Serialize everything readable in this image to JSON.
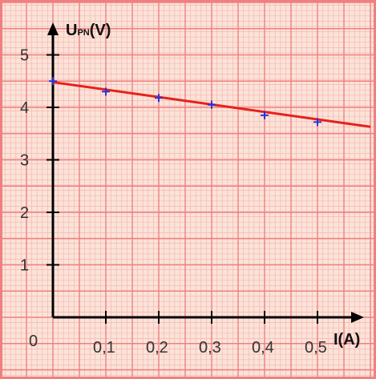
{
  "chart_data": {
    "type": "scatter",
    "title": "",
    "xlabel": "I(A)",
    "ylabel_main": "U",
    "ylabel_sub": "PN",
    "ylabel_unit": "(V)",
    "origin_label": "0",
    "x_ticks": [
      "0,1",
      "0,2",
      "0,3",
      "0,4",
      "0,5"
    ],
    "x_tick_values": [
      0.1,
      0.2,
      0.3,
      0.4,
      0.5
    ],
    "y_ticks": [
      "1",
      "2",
      "3",
      "4",
      "5"
    ],
    "y_tick_values": [
      1,
      2,
      3,
      4,
      5
    ],
    "xlim": [
      0,
      0.6
    ],
    "ylim": [
      0,
      5.5
    ],
    "series": [
      {
        "x": [
          0,
          0.1,
          0.2,
          0.3,
          0.4,
          0.5
        ],
        "y": [
          4.5,
          4.3,
          4.18,
          4.05,
          3.85,
          3.72
        ]
      }
    ],
    "fit_line": {
      "x": [
        0,
        0.6
      ],
      "y": [
        4.48,
        3.63
      ]
    },
    "grid": true,
    "colors": {
      "paper": "#fbe3d9",
      "grid_minor": "#f6b8b0",
      "grid_major": "#ef8080",
      "axis": "#000000",
      "fit_line": "#e8201a",
      "marker": "#2a32d8"
    }
  }
}
